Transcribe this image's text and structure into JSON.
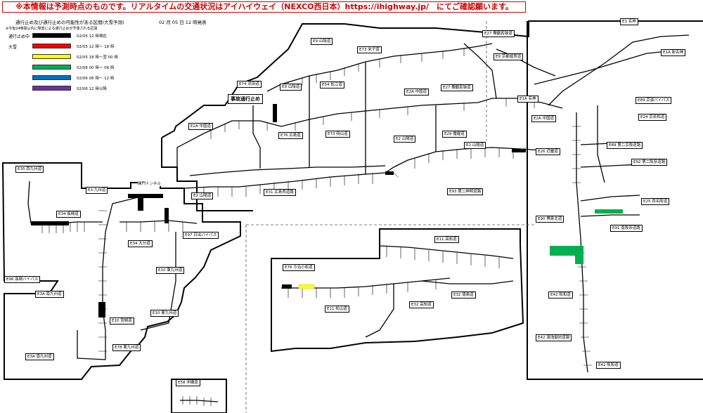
{
  "header": {
    "banner": "※本情報は予測時点のものです。リアルタイムの交通状況はアイハイウェイ（NEXCO西日本）https://ihighway.jp/　にてご確認願います。",
    "subtitle": "通行止め及び通行止めの可能性がある区間(大雪予測)",
    "issued": "02 月 05 日 12 時発表",
    "note": "※今後24時間以内に障害による通行止めが予測される区間"
  },
  "legend": {
    "closed_label": "通行止め中",
    "snow_label": "大雪",
    "items": [
      {
        "color": "#000000",
        "text": "02/05 12 時現在"
      },
      {
        "color": "#ff0000",
        "text": "02/05 12 時～ 18 時"
      },
      {
        "color": "#ffff00",
        "text": "02/05 18 時～翌 00 時"
      },
      {
        "color": "#00b050",
        "text": "02/06 00 時～ 06 時"
      },
      {
        "color": "#0070c0",
        "text": "02/06 06 時～ 12 時"
      },
      {
        "color": "#7030a0",
        "text": "02/06 12 時以降"
      }
    ]
  },
  "annotations": {
    "accident": "事故通行止め",
    "tunnel": "関門トンネル"
  },
  "routes": [
    {
      "id": "e1",
      "label": "E1 名神"
    },
    {
      "id": "e1a",
      "label": "E1A 新名神"
    },
    {
      "id": "e89",
      "label": "E89 京滋バイパス"
    },
    {
      "id": "e24",
      "label": "E24 京奈和道"
    },
    {
      "id": "e27a",
      "label": "E27 舞鶴若狭道"
    },
    {
      "id": "e27b",
      "label": "E27 舞鶴若狭道"
    },
    {
      "id": "e9a",
      "label": "E9 京都縦貫道"
    },
    {
      "id": "e9b",
      "label": "E9 山陰道"
    },
    {
      "id": "e9c",
      "label": "E9 山陰道"
    },
    {
      "id": "e73a",
      "label": "E73 米子道"
    },
    {
      "id": "e54",
      "label": "E54 松江道"
    },
    {
      "id": "e74",
      "label": "E74 浜田道"
    },
    {
      "id": "e2a_a",
      "label": "E2A 中国道"
    },
    {
      "id": "e2a_b",
      "label": "E2A 中国道"
    },
    {
      "id": "e2a_c",
      "label": "E2A 中国道"
    },
    {
      "id": "e1a_b",
      "label": "E1A 名神"
    },
    {
      "id": "e76",
      "label": "E76 広島道"
    },
    {
      "id": "e73b",
      "label": "E73 岡山道"
    },
    {
      "id": "e2a",
      "label": "E2 山陽道"
    },
    {
      "id": "e2b",
      "label": "E2 山陽道"
    },
    {
      "id": "e2c",
      "label": "E2 山陽道"
    },
    {
      "id": "e29",
      "label": "E29 播磨道"
    },
    {
      "id": "e31",
      "label": "E31 広島呉道路"
    },
    {
      "id": "e93",
      "label": "E93 第二神明道路"
    },
    {
      "id": "e26",
      "label": "E26 近畿道"
    },
    {
      "id": "e89b",
      "label": "E89 第二京阪道路"
    },
    {
      "id": "e92",
      "label": "E92 第二阪奈道路"
    },
    {
      "id": "e25",
      "label": "E25 西名阪道"
    },
    {
      "id": "e35",
      "label": "E35 西九州道"
    },
    {
      "id": "e3",
      "label": "E3 九州道"
    },
    {
      "id": "e34a",
      "label": "E34 長崎道"
    },
    {
      "id": "e34b",
      "label": "E34 大分道"
    },
    {
      "id": "e97",
      "label": "E97 日出バイパス"
    },
    {
      "id": "e10a",
      "label": "E10 東九州道"
    },
    {
      "id": "e10b",
      "label": "E10 東九州道"
    },
    {
      "id": "e10c",
      "label": "E10 宮崎道"
    },
    {
      "id": "e3a",
      "label": "E3A 南九州道"
    },
    {
      "id": "e3a2",
      "label": "E3A 南九州道"
    },
    {
      "id": "e78",
      "label": "E78 東九州道"
    },
    {
      "id": "e96",
      "label": "E96 長崎バイパス"
    },
    {
      "id": "e58",
      "label": "E58 沖縄道"
    },
    {
      "id": "e11",
      "label": "E11 高松道"
    },
    {
      "id": "e76b",
      "label": "E76 今治小松道"
    },
    {
      "id": "e32",
      "label": "E32 徳島道"
    },
    {
      "id": "e32b",
      "label": "E32 高知道"
    },
    {
      "id": "e11b",
      "label": "E11 松山道"
    },
    {
      "id": "e90",
      "label": "E90 堺泉北道"
    },
    {
      "id": "e91",
      "label": "E91 南阪奈道路"
    },
    {
      "id": "e42a",
      "label": "E42 阪和道"
    },
    {
      "id": "e42b",
      "label": "E42 湯浅御坊道路"
    },
    {
      "id": "e42c",
      "label": "E42 阪和道"
    }
  ]
}
